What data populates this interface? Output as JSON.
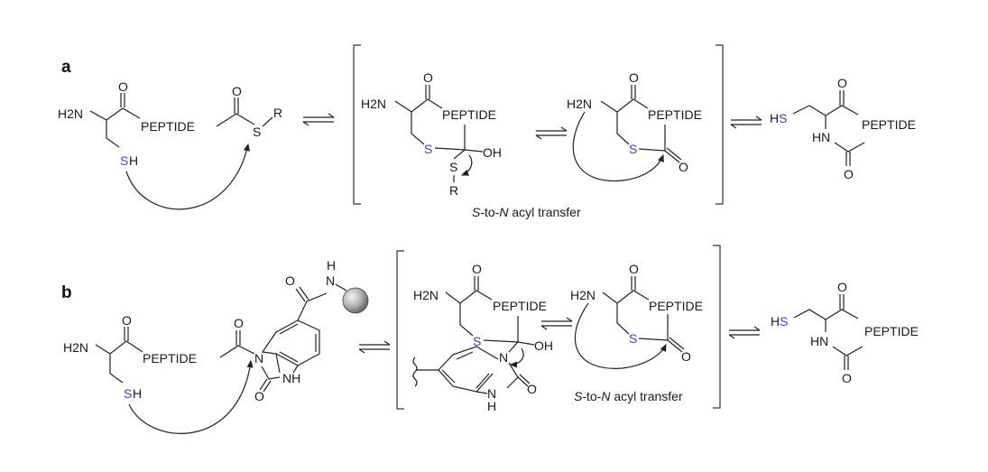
{
  "panels": {
    "a": {
      "label": "a",
      "reactant": {
        "amine": "H2N",
        "carbonyl_o": "O",
        "peptide": "PEPTIDE",
        "thioester_o": "O",
        "thioester_s": "S",
        "thioester_r": "R",
        "thiol_s": "S",
        "thiol_h": "H"
      },
      "intermediate1": {
        "amine": "H2N",
        "carbonyl_o": "O",
        "peptide": "PEPTIDE",
        "ring_s": "S",
        "oh": "OH",
        "leaving_s": "S",
        "leaving_r": "R"
      },
      "intermediate2": {
        "amine": "H2N",
        "carbonyl_o": "O",
        "peptide": "PEPTIDE",
        "ring_s": "S",
        "acyl_o": "O"
      },
      "caption_s": "S",
      "caption_mid": "-to-",
      "caption_n": "N",
      "caption_rest": " acyl transfer",
      "product": {
        "hs_h": "H",
        "hs_s": "S",
        "carbonyl_o": "O",
        "peptide": "PEPTIDE",
        "hn": "HN",
        "acyl_o": "O"
      }
    },
    "b": {
      "label": "b",
      "reactant": {
        "amine": "H2N",
        "carbonyl_o": "O",
        "peptide": "PEPTIDE",
        "acyl_o": "O",
        "ring_n": "N",
        "nh": "NH",
        "urea_o": "O",
        "amide_o": "O",
        "amide_h": "H",
        "amide_n": "N",
        "thiol_s": "S",
        "thiol_h": "H"
      },
      "intermediate1": {
        "amine": "H2N",
        "carbonyl_o": "O",
        "peptide": "PEPTIDE",
        "ring_s": "S",
        "oh": "OH",
        "ring_n": "N",
        "urea_o": "O",
        "nh_n": "N",
        "nh_h": "H"
      },
      "intermediate2": {
        "amine": "H2N",
        "carbonyl_o": "O",
        "peptide": "PEPTIDE",
        "ring_s": "S",
        "acyl_o": "O"
      },
      "caption_s": "S",
      "caption_mid": "-to-",
      "caption_n": "N",
      "caption_rest": " acyl transfer",
      "product": {
        "hs_h": "H",
        "hs_s": "S",
        "carbonyl_o": "O",
        "peptide": "PEPTIDE",
        "hn": "HN",
        "acyl_o": "O"
      }
    }
  },
  "colors": {
    "sulfur": "#4a3fb0",
    "ink": "#1a1a1a",
    "bead": "#9a9a9a"
  }
}
